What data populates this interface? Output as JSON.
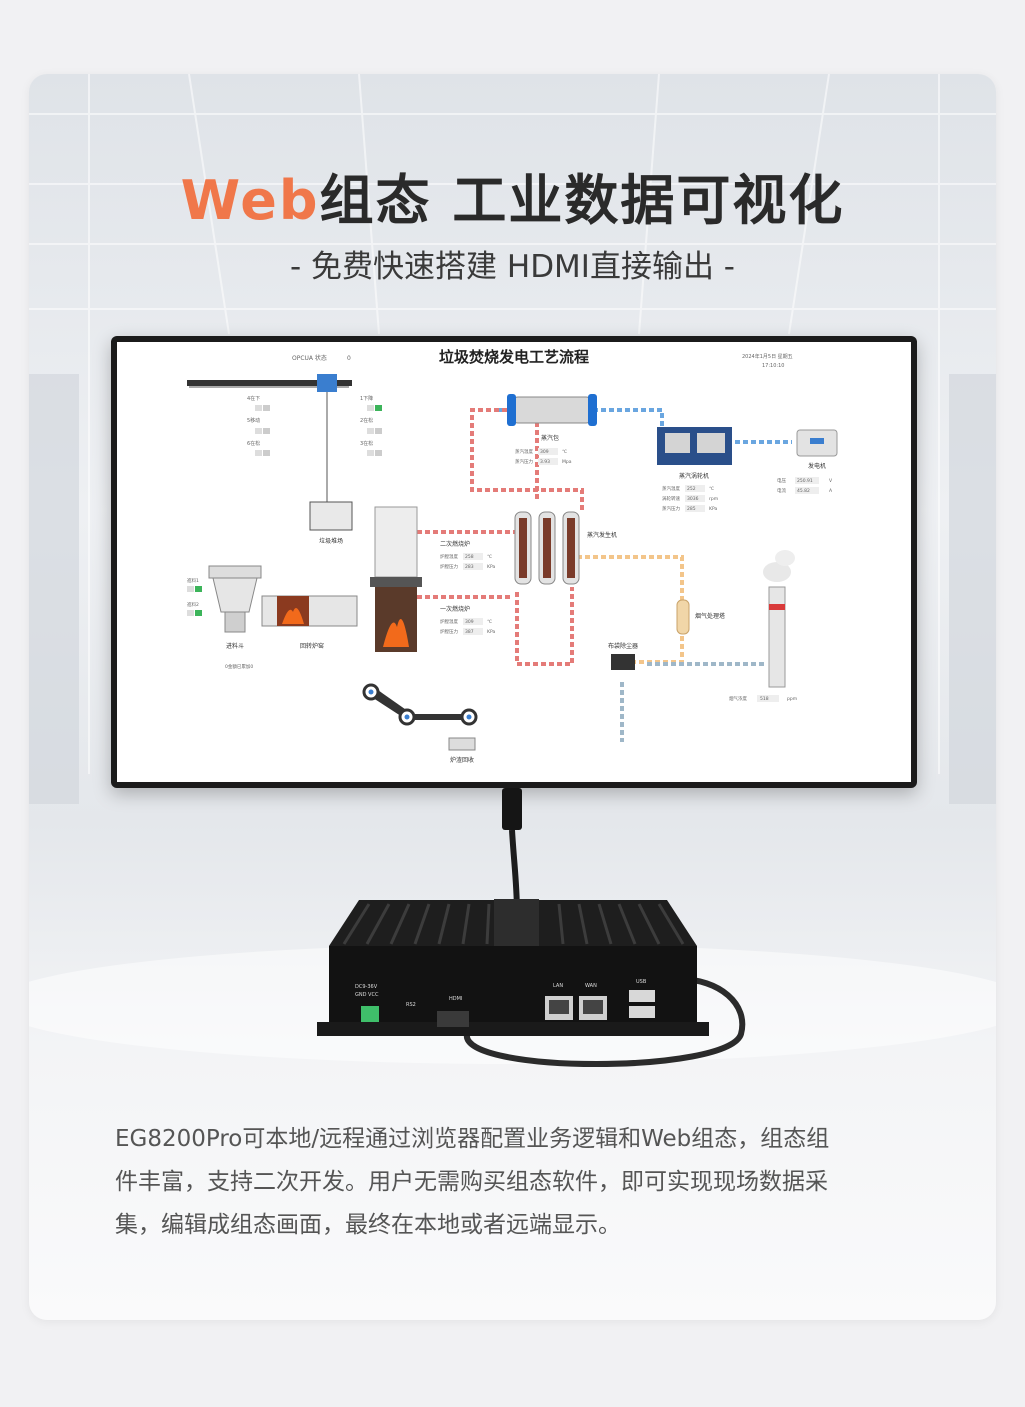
{
  "header": {
    "title_accent": "Web",
    "title_rest": "组态 工业数据可视化",
    "subtitle": "- 免费快速搭建  HDMI直接输出 -"
  },
  "screen": {
    "title": "垃圾焚烧发电工艺流程",
    "top_left_label": "OPCUA 状态",
    "top_left_value": "0",
    "timestamp_line1": "2024年1月5日 星期五",
    "timestamp_line2": "17:10:10",
    "labels": {
      "steam_drum": "蒸汽包",
      "turbine": "蒸汽涡轮机",
      "generator": "发电机",
      "garbage_pit": "垃圾堆场",
      "secondary_burner": "二次燃烧炉",
      "primary_burner": "一次燃烧炉",
      "steam_generator": "蒸汽发生机",
      "flue_gas": "烟气处理塔",
      "dust_collector": "布袋除尘器",
      "feed_hopper": "进料斗",
      "rotary_kiln": "回转炉窑",
      "slag_recovery": "炉渣回收",
      "crane_left_1": "4在下",
      "crane_left_2": "5移动",
      "crane_left_3": "6在松",
      "crane_right_1": "1下降",
      "crane_right_2": "2在松",
      "crane_right_3": "3在松",
      "hopper_1": "進料1",
      "hopper_2": "進料2",
      "hopper_total": "0金額已累加0"
    },
    "readings": {
      "steam_temp_label": "蒸汽温度",
      "steam_temp_value": "309",
      "steam_temp_unit": "℃",
      "steam_press_label": "蒸汽压力",
      "steam_press_value": "3.93",
      "steam_press_unit": "Mpa",
      "turbine_temp_label": "蒸汽温度",
      "turbine_temp_value": "252",
      "turbine_temp_unit": "℃",
      "turbine_speed_label": "涡轮转速",
      "turbine_speed_value": "3036",
      "turbine_speed_unit": "rpm",
      "turbine_press_label": "蒸汽压力",
      "turbine_press_value": "285",
      "turbine_press_unit": "KPa",
      "gen_voltage_label": "电压",
      "gen_voltage_value": "250.91",
      "gen_voltage_unit": "V",
      "gen_current_label": "电流",
      "gen_current_value": "45.82",
      "gen_current_unit": "A",
      "sec_temp_label": "炉膛温度",
      "sec_temp_value": "258",
      "sec_temp_unit": "℃",
      "sec_press_label": "炉膛压力",
      "sec_press_value": "283",
      "sec_press_unit": "KPa",
      "pri_temp_label": "炉膛温度",
      "pri_temp_value": "309",
      "pri_temp_unit": "℃",
      "pri_press_label": "炉膛压力",
      "pri_press_value": "387",
      "pri_press_unit": "KPa",
      "flue_label": "烟气浓度",
      "flue_value": "518",
      "flue_unit": "ppm"
    }
  },
  "device": {
    "power_label": "DC9-36V",
    "power_sub": "GND VCC",
    "rs_label": "RS2",
    "hdmi_label": "HDMI",
    "lan_label": "LAN",
    "wan_label": "WAN",
    "usb_label": "USB"
  },
  "description": {
    "line1": "EG8200Pro可本地/远程通过浏览器配置业务逻辑和Web组态，组态组",
    "line2": "件丰富，支持二次开发。用户无需购买组态软件，即可实现现场数据采",
    "line3": "集，编辑成组态画面，最终在本地或者远端显示。"
  },
  "colors": {
    "accent": "#f0774a",
    "steam_pipe": "#6aa6e0",
    "hot_pipe": "#e47b78",
    "warm_pipe": "#f3c58a"
  }
}
